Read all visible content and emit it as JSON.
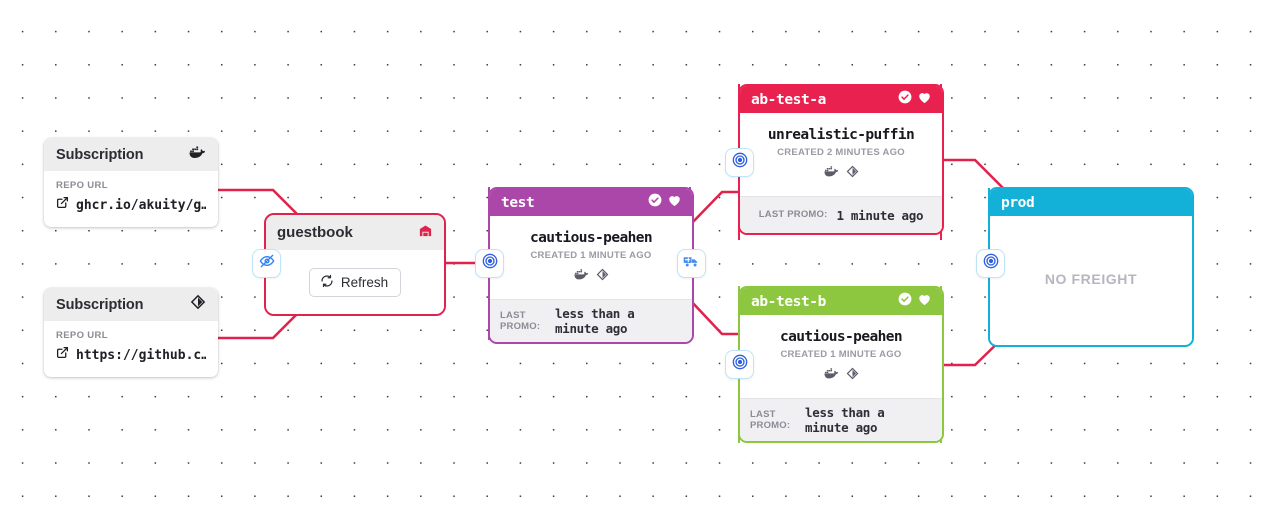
{
  "canvas": {
    "background_color": "#ffffff",
    "dot_color": "#3b3b44"
  },
  "subscriptions": [
    {
      "title": "Subscription",
      "icon": "docker-icon",
      "field_label": "REPO URL",
      "url": "ghcr.io/akuity/g…",
      "link_icon": "external-link-icon"
    },
    {
      "title": "Subscription",
      "icon": "git-icon",
      "field_label": "REPO URL",
      "url": "https://github.c…",
      "link_icon": "external-link-icon"
    }
  ],
  "warehouse": {
    "title": "guestbook",
    "icon": "warehouse-icon",
    "icon_color": "#e0234d",
    "border_color": "#e0234d",
    "refresh_label": "Refresh",
    "refresh_icon": "refresh-icon"
  },
  "stages": [
    {
      "name": "test",
      "color": "#ab47a8",
      "header_icons": [
        "check-circle-icon",
        "heart-icon"
      ],
      "freight_name": "cautious-peahen",
      "created": "CREATED 1 MINUTE AGO",
      "artifact_icons": [
        "docker-icon",
        "git-icon"
      ],
      "footer_label": "LAST PROMO:",
      "footer_value": "less than a minute ago",
      "empty": false
    },
    {
      "name": "ab-test-a",
      "color": "#e8214f",
      "header_icons": [
        "check-circle-icon",
        "heart-icon"
      ],
      "freight_name": "unrealistic-puffin",
      "created": "CREATED 2 MINUTES AGO",
      "artifact_icons": [
        "docker-icon",
        "git-icon"
      ],
      "footer_label": "LAST PROMO:",
      "footer_value": "1 minute ago",
      "empty": false
    },
    {
      "name": "ab-test-b",
      "color": "#8dc železo"
    }
  ],
  "stage_test": {
    "name": "test",
    "color": "#ab47a8",
    "freight_name": "cautious-peahen",
    "created": "CREATED 1 MINUTE AGO",
    "footer_label": "LAST PROMO:",
    "footer_value": "less than a minute ago"
  },
  "stage_ab_a": {
    "name": "ab-test-a",
    "color": "#e8214f",
    "freight_name": "unrealistic-puffin",
    "created": "CREATED 2 MINUTES AGO",
    "footer_label": "LAST PROMO:",
    "footer_value": "1 minute ago"
  },
  "stage_ab_b": {
    "name": "ab-test-b",
    "color": "#8dc63f",
    "freight_name": "cautious-peahen",
    "created": "CREATED 1 MINUTE AGO",
    "footer_label": "LAST PROMO:",
    "footer_value": "less than a minute ago"
  },
  "stage_prod": {
    "name": "prod",
    "color": "#13b0d7",
    "empty_label": "NO FREIGHT"
  },
  "buttons": {
    "hide_warehouse": "eye-off-icon",
    "target_test": "bullseye-icon",
    "promote_test": "truck-icon",
    "target_ab_a": "bullseye-icon",
    "target_ab_b": "bullseye-icon",
    "target_prod": "bullseye-icon"
  },
  "connector_colors": {
    "crimson": "#e0234d",
    "purple": "#ab47a8",
    "green": "#8dc63f",
    "cyan": "#13b0d7"
  }
}
